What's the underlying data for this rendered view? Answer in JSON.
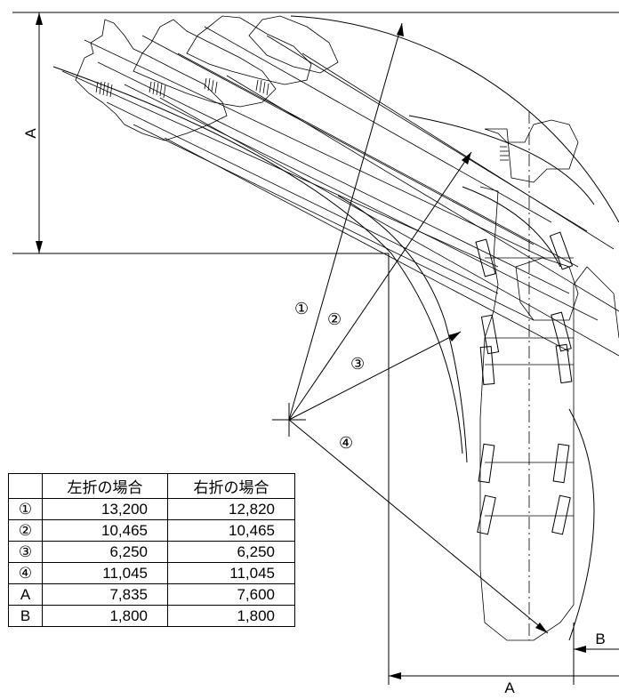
{
  "labels": {
    "dim_a_left": "A",
    "dim_a_bottom": "A",
    "dim_b": "B",
    "radius_1": "①",
    "radius_2": "②",
    "radius_3": "③",
    "radius_4": "④"
  },
  "table": {
    "headers": [
      "",
      "左折の場合",
      "右折の場合"
    ],
    "rows": [
      {
        "key": "①",
        "left": "13,200",
        "right": "12,820"
      },
      {
        "key": "②",
        "left": "10,465",
        "right": "10,465"
      },
      {
        "key": "③",
        "left": "6,250",
        "right": "6,250"
      },
      {
        "key": "④",
        "left": "11,045",
        "right": "11,045"
      },
      {
        "key": "A",
        "left": "7,835",
        "right": "7,600"
      },
      {
        "key": "B",
        "left": "1,800",
        "right": "1,800"
      }
    ]
  }
}
